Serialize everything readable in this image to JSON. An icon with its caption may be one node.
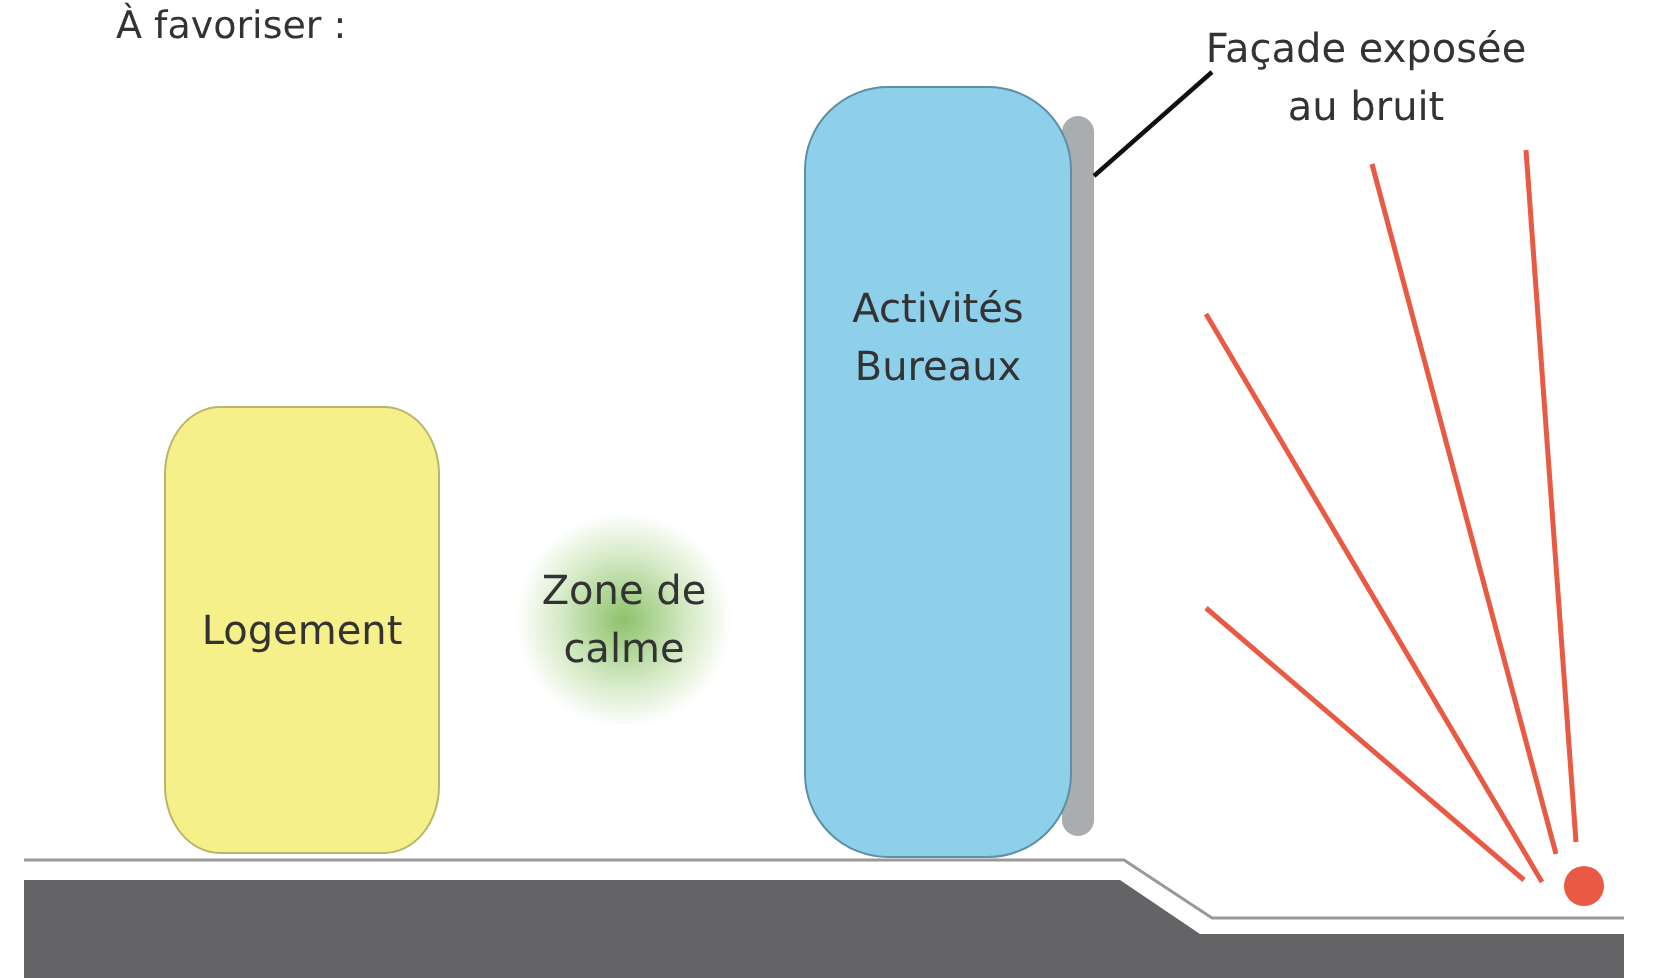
{
  "diagram": {
    "title": "À favoriser :",
    "nodes": [
      {
        "text": [
          "Logement"
        ]
      },
      {
        "text": [
          "Zone de calme"
        ]
      },
      {
        "text": [
          "Activités Bureaux"
        ]
      },
      {
        "text": [
          "Façade exposée au bruit"
        ]
      },
      {
        "text": [],
        "shape": "bar"
      }
    ],
    "edges": [
      {
        "from": 3,
        "to": 4,
        "arrow": "none"
      }
    ]
  }
}
